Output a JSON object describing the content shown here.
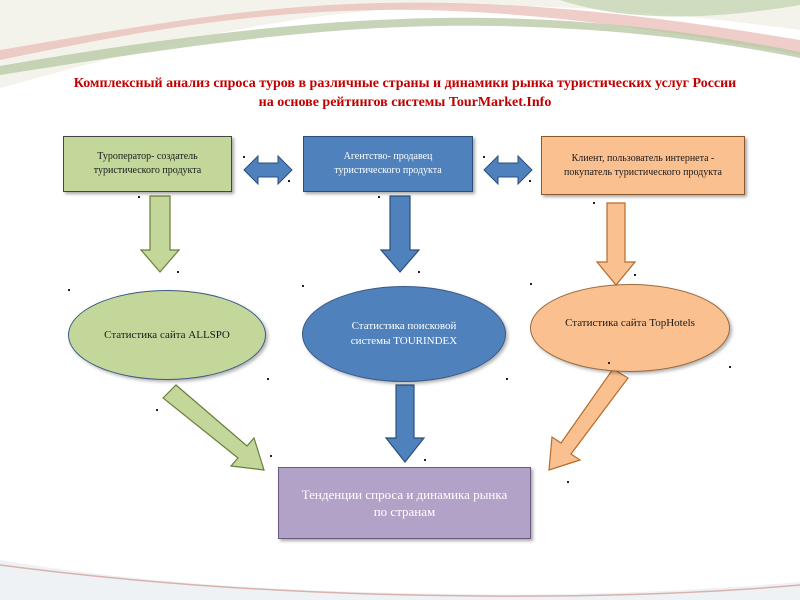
{
  "title": {
    "line1": "Комплексный анализ спроса туров в различные страны и динамики рынка туристических услуг России",
    "line2": "на основе рейтингов системы TourMarket.Info"
  },
  "top_boxes": {
    "tour_operator": "Туроператор- создатель туристического продукта",
    "agency": "Агентство- продавец туристического продукта",
    "client": "Клиент, пользователь интернета - покупатель туристического продукта"
  },
  "stats": {
    "allspo_line1": "Статистика",
    "allspo_line2": "сайта ALLSPO",
    "tourindex": "Статистика поисковой системы TOURINDEX",
    "tophotels_line1": "Статистика  сайта",
    "tophotels_line2": "TopHotels"
  },
  "result": {
    "text": "Тенденции спроса и динамика рынка по странам"
  },
  "colors": {
    "title": "#c00000",
    "green": "#c4d79b",
    "blue": "#4f81bd",
    "orange": "#fac090",
    "purple": "#b3a2c7"
  }
}
